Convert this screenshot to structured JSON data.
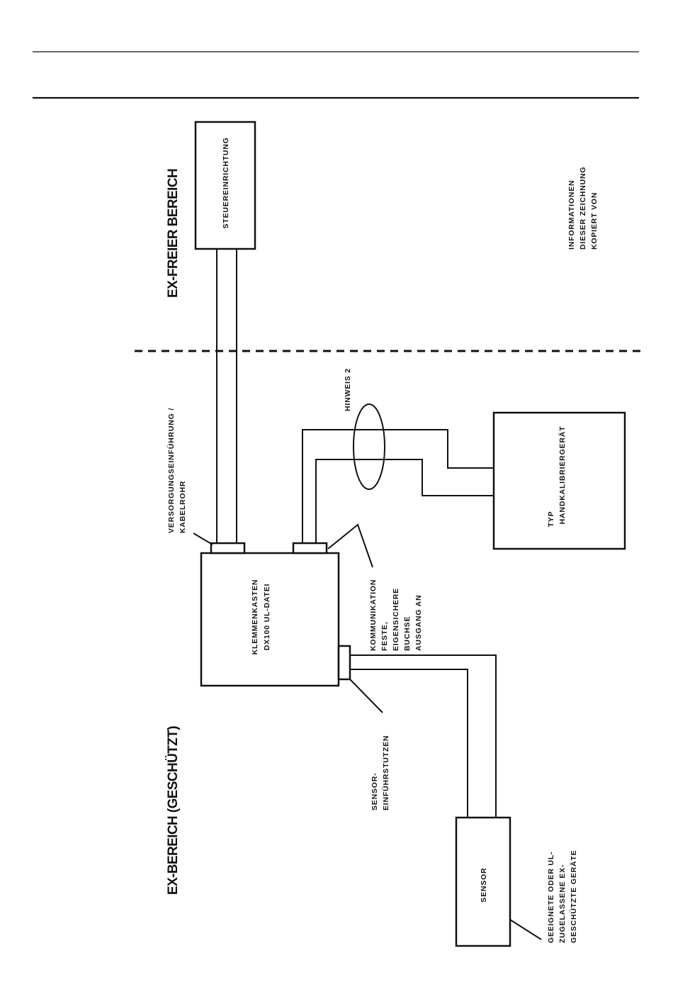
{
  "zones": {
    "safe": "EX-FREIER BEREICH",
    "hazardous": "EX-BEREICH (GESCHÜTZT)"
  },
  "boxes": {
    "controller": "STEUEREINRICHTUNG",
    "terminal_box": [
      "KLEMMENKASTEN",
      "DX100  UL-DATEI"
    ],
    "handheld": [
      "TYP",
      "HANDKALIBRIERGERÄT"
    ],
    "sensor": "SENSOR"
  },
  "callouts": {
    "supply_entry": [
      "VERSORGUNGSEINFÜHRUNG  /",
      "KABELROHR"
    ],
    "note": "HINWEIS  2",
    "comm_socket": [
      "KOMMUNIKATION",
      "FESTE,",
      "EIGENSICHERE",
      "BUCHSE",
      "AUSGANG AN"
    ],
    "sensor_entry": [
      "SENSOR-",
      "EINFÜHRSTUTZEN"
    ],
    "approved_devices": [
      "GEEIGNETE ODER UL-",
      "ZUGELASSENE  EX-",
      "GESCHÜTZTE GERÄTE"
    ],
    "info": [
      "INFORMATIONEN",
      "DIESER  ZEICHNUNG",
      "KOPIERT VON"
    ]
  }
}
